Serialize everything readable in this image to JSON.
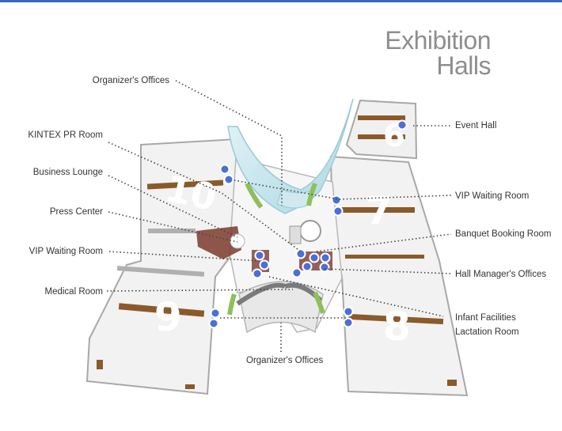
{
  "title": {
    "line1": "Exhibition",
    "line2": "Halls"
  },
  "halls": [
    "6",
    "7",
    "8",
    "9",
    "10"
  ],
  "labels": {
    "organizers_offices_top": "Organizer's Offices",
    "kintex_pr_room": "KINTEX PR Room",
    "business_lounge": "Business Lounge",
    "press_center": "Press Center",
    "vip_waiting_room_left": "VIP Waiting Room",
    "medical_room": "Medical Room",
    "organizers_offices_bottom": "Organizer's Offices",
    "event_hall": "Event Hall",
    "vip_waiting_room_right": "VIP Waiting Room",
    "banquet_booking_room": "Banquet Booking Room",
    "hall_managers_offices": "Hall Manager's Offices",
    "infant_facilities": "Infant Facilities",
    "lactation_room": "Lactation Room"
  },
  "colors": {
    "accent_bar": "#3d67b8",
    "marker": "#4a6fd8",
    "floor": "#f2f2f2",
    "wall": "#a8a8a8",
    "booth": "#8b5a2b",
    "glass": "#bfe3ea",
    "lawn": "#8fbf5a",
    "title_grey": "#8e8e8e"
  }
}
